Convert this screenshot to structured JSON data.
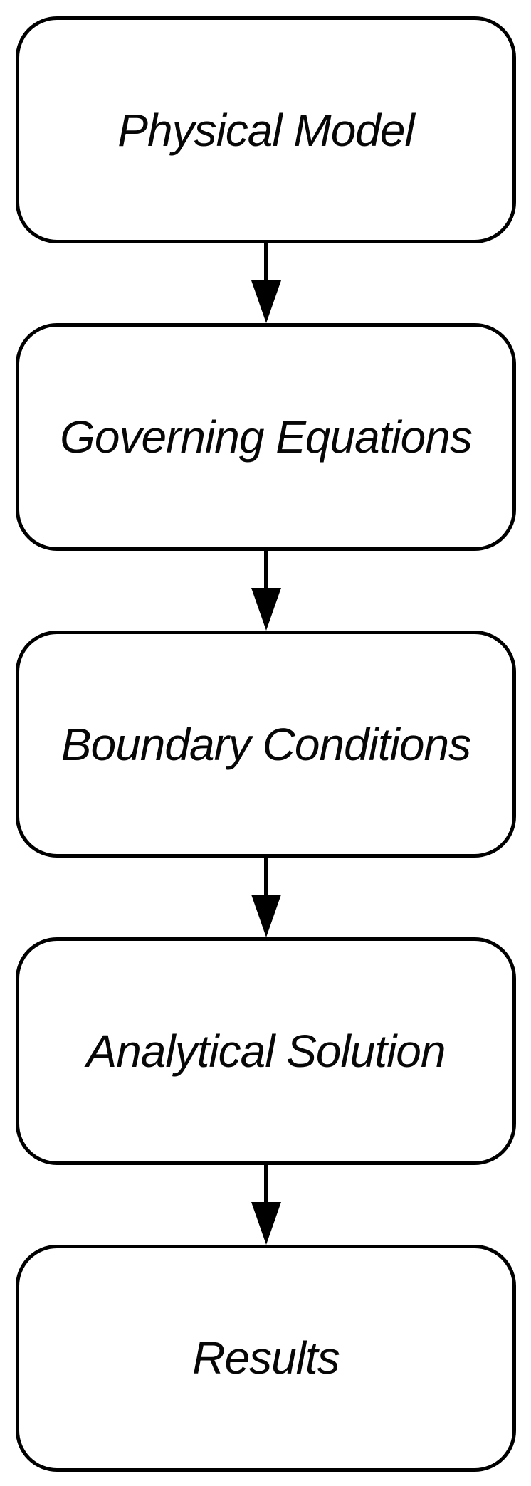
{
  "diagram": {
    "type": "flowchart",
    "direction": "top-to-bottom",
    "colors": {
      "background": "#ffffff",
      "node_fill": "#ffffff",
      "node_border": "#000000",
      "text": "#070707",
      "arrow": "#000000"
    },
    "nodes": [
      {
        "id": "physical-model",
        "label": "Physical Model"
      },
      {
        "id": "governing-equations",
        "label": "Governing Equations"
      },
      {
        "id": "boundary-conditions",
        "label": "Boundary Conditions"
      },
      {
        "id": "analytical-solution",
        "label": "Analytical Solution"
      },
      {
        "id": "results",
        "label": "Results"
      }
    ],
    "edges": [
      {
        "from": "Physical Model",
        "to": "Governing Equations"
      },
      {
        "from": "Governing Equations",
        "to": "Boundary Conditions"
      },
      {
        "from": "Boundary Conditions",
        "to": "Analytical Solution"
      },
      {
        "from": "Analytical Solution",
        "to": "Results"
      }
    ]
  }
}
